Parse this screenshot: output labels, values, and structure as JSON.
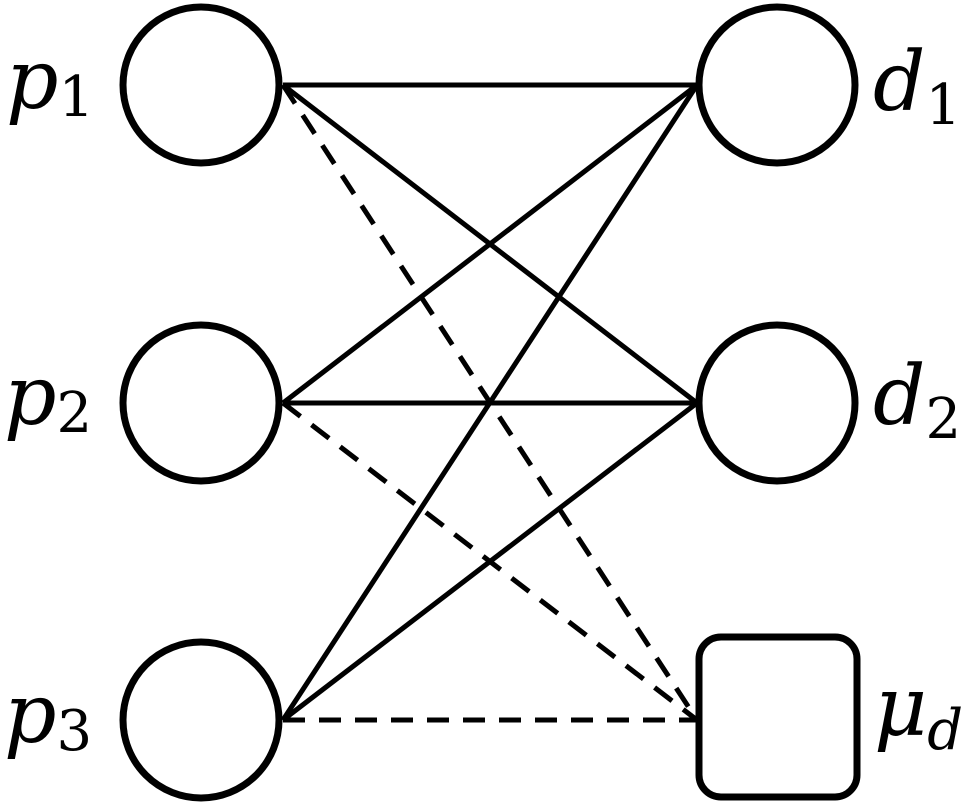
{
  "nodes": [
    {
      "id": "p1",
      "shape": "circle",
      "label": "p",
      "sub": "1"
    },
    {
      "id": "p2",
      "shape": "circle",
      "label": "p",
      "sub": "2"
    },
    {
      "id": "p3",
      "shape": "circle",
      "label": "p",
      "sub": "3"
    },
    {
      "id": "d1",
      "shape": "circle",
      "label": "d",
      "sub": "1"
    },
    {
      "id": "d2",
      "shape": "circle",
      "label": "d",
      "sub": "2"
    },
    {
      "id": "mu_d",
      "shape": "square",
      "label": "μ",
      "sub": "d"
    }
  ],
  "edges": [
    {
      "from": "p1",
      "to": "d1",
      "style": "solid"
    },
    {
      "from": "p1",
      "to": "d2",
      "style": "solid"
    },
    {
      "from": "p1",
      "to": "mu_d",
      "style": "dashed"
    },
    {
      "from": "p2",
      "to": "d1",
      "style": "solid"
    },
    {
      "from": "p2",
      "to": "d2",
      "style": "solid"
    },
    {
      "from": "p2",
      "to": "mu_d",
      "style": "dashed"
    },
    {
      "from": "p3",
      "to": "d1",
      "style": "solid"
    },
    {
      "from": "p3",
      "to": "d2",
      "style": "solid"
    },
    {
      "from": "p3",
      "to": "mu_d",
      "style": "dashed"
    }
  ],
  "colors": {
    "stroke": "#000000",
    "background": "#ffffff"
  }
}
